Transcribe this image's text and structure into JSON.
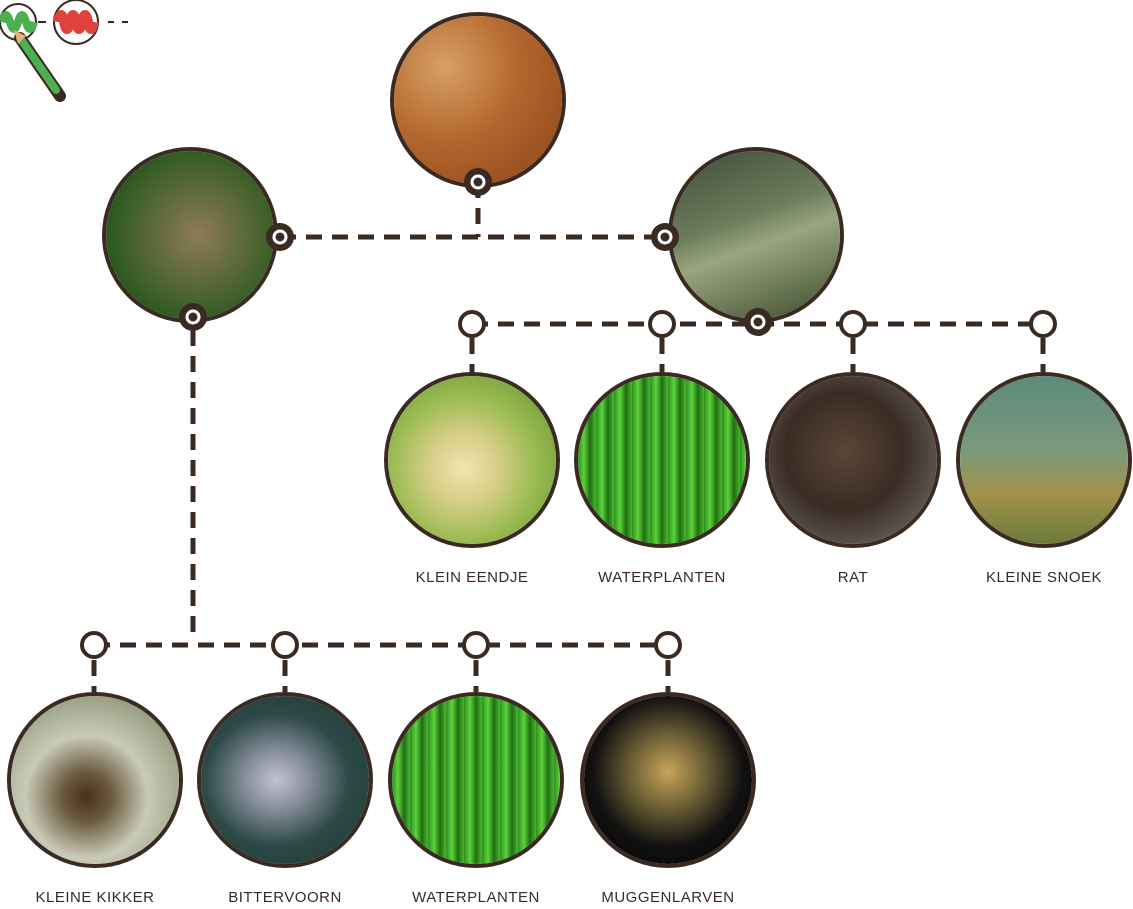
{
  "colors": {
    "line": "#3b2a22",
    "label": "#3b2a22",
    "connector_fill": "#ffffff",
    "pencil_green": "#4caf50",
    "scribble_red": "#e0413c"
  },
  "toolbar": {
    "icons": [
      "green-scribble-icon",
      "red-scribble-icon",
      "pencil-icon",
      "dashed-line-icon"
    ]
  },
  "nodes": {
    "heron": {
      "label": ""
    },
    "frog": {
      "label": ""
    },
    "pike": {
      "label": ""
    },
    "pike_prey": [
      {
        "label": "KLEIN EENDJE"
      },
      {
        "label": "WATERPLANTEN"
      },
      {
        "label": "RAT"
      },
      {
        "label": "KLEINE SNOEK"
      }
    ],
    "frog_prey": [
      {
        "label": "KLEINE KIKKER"
      },
      {
        "label": "BITTERVOORN"
      },
      {
        "label": "WATERPLANTEN"
      },
      {
        "label": "MUGGENLARVEN"
      }
    ]
  }
}
